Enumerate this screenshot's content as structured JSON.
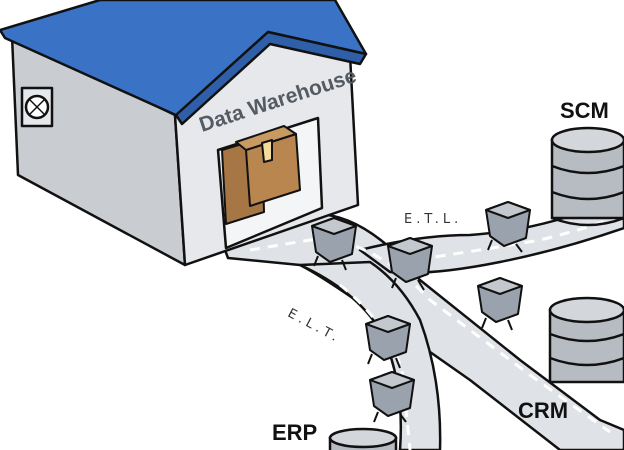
{
  "warehouse": {
    "sign": "Data Warehouse",
    "colors": {
      "roof": "#3a73c6",
      "wall": "#e6e8eb",
      "box": "#b9864f",
      "tape": "#f3dc9a"
    }
  },
  "flows": {
    "top_label": "E.T.L.",
    "left_label": "E.L.T."
  },
  "sources": [
    {
      "name": "SCM"
    },
    {
      "name": "CRM"
    },
    {
      "name": "ERP"
    }
  ],
  "colors": {
    "road": "#dfe2e6",
    "cube": "#9aa3ad",
    "db": "#b7bcc2",
    "outline": "#111111"
  }
}
